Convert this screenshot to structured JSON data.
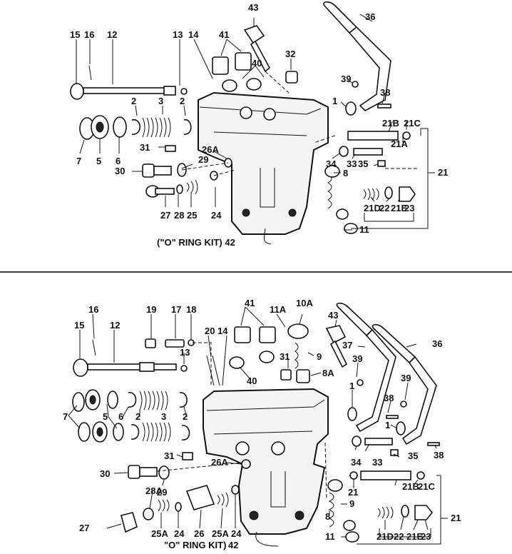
{
  "divider_color": "#000000",
  "top_diagram": {
    "callouts": [
      "43",
      "36",
      "15",
      "16",
      "12",
      "13",
      "14",
      "41",
      "32",
      "40",
      "39",
      "38",
      "1",
      "2",
      "3",
      "2",
      "21B",
      "21C",
      "7",
      "5",
      "6",
      "31",
      "26A",
      "21A",
      "34",
      "33",
      "35",
      "21",
      "30",
      "29",
      "8",
      "27",
      "28",
      "25",
      "24",
      "21D",
      "22",
      "21E",
      "23",
      "11"
    ],
    "kit_label": "(\"O\" RING KIT)  42"
  },
  "bottom_diagram": {
    "callouts": [
      "16",
      "19",
      "17",
      "18",
      "41",
      "11A",
      "10A",
      "43",
      "15",
      "12",
      "20",
      "14",
      "36",
      "9",
      "37",
      "13",
      "31",
      "39",
      "40",
      "8A",
      "1",
      "39",
      "38",
      "7",
      "5",
      "6",
      "2",
      "3",
      "2",
      "1",
      "38",
      "31",
      "26A",
      "34",
      "33",
      "35",
      "30",
      "21",
      "21B",
      "21C",
      "28A",
      "29",
      "9",
      "27",
      "25A",
      "24",
      "26",
      "25A",
      "24",
      "8",
      "21D",
      "22",
      "21E",
      "23",
      "21",
      "11"
    ],
    "kit_label": "\"O\" RING KIT)",
    "kit_number": "42"
  }
}
